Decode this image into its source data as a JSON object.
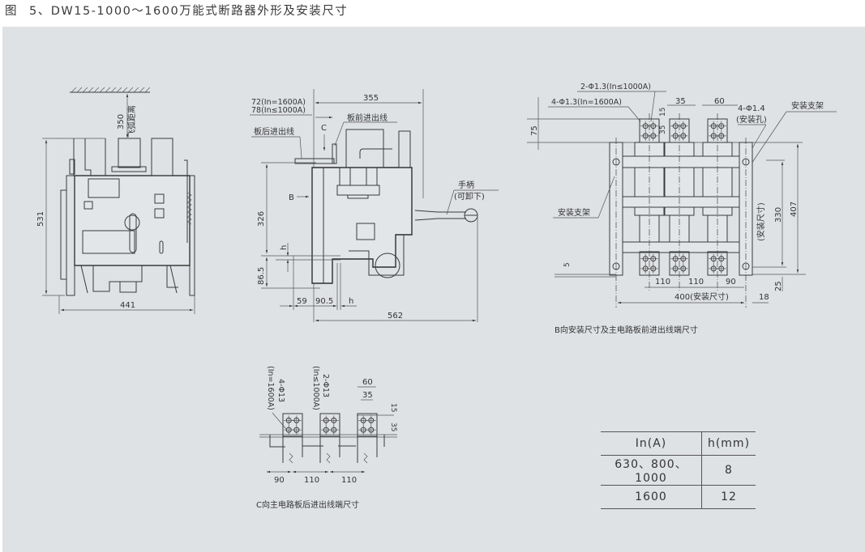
{
  "figure": {
    "number_label": "图",
    "title": "5、DW15-1000～1600万能式断路器外形及安装尺寸"
  },
  "colors": {
    "panel_background": "#dfe2e5",
    "line": "#3a3a3a",
    "text": "#333333"
  },
  "front_view": {
    "arc_distance_value": "350",
    "arc_distance_label": "飞弧距离",
    "height": "531",
    "width": "441"
  },
  "side_view": {
    "dim_72": "72(In=1600A)",
    "dim_78": "78(In≤1000A)",
    "depth_355": "355",
    "label_rear": "板后进出线",
    "label_front": "板前进出线",
    "c_label": "C",
    "b_label": "B",
    "handle_label": "手柄",
    "handle_note": "(可卸下)",
    "dim_326": "326",
    "dim_h_vertical": "h",
    "dim_86_5": "86.5",
    "dim_59": "59",
    "dim_90_5": "90.5",
    "dim_h": "h",
    "dim_562": "562"
  },
  "b_view": {
    "hole_2": "2-Φ1.3(In≤1000A)",
    "hole_4": "4-Φ1.3(In=1600A)",
    "dim_35_top": "35",
    "dim_60_top": "60",
    "mount_hole_count": "4-Φ1.4",
    "mount_hole_note": "(安装孔)",
    "bracket_right": "安装支架",
    "bracket_left": "安装支架",
    "dim_75": "75",
    "dim_15": "15",
    "dim_35_v": "35",
    "dim_5": "5",
    "dim_330": "330",
    "dim_407": "407",
    "install_size_v": "(安装尺寸)",
    "dim_25": "25",
    "dim_110_a": "110",
    "dim_110_b": "110",
    "dim_90": "90",
    "dim_400": "400(安装尺寸)",
    "dim_18": "18",
    "caption": "B向安装尺寸及主电路板前进出线端尺寸"
  },
  "c_view": {
    "hole_4": "4-Φ13",
    "hole_4_note": "(In=1600A)",
    "hole_2": "2-Φ13",
    "hole_2_note": "(In≤1000A)",
    "dim_60": "60",
    "dim_35": "35",
    "dim_15": "15",
    "dim_35_v": "35",
    "dim_90": "90",
    "dim_110_a": "110",
    "dim_110_b": "110",
    "caption": "C向主电路板后进出线端尺寸"
  },
  "spec_table": {
    "headers": [
      "In(A)",
      "h(mm)"
    ],
    "rows": [
      [
        "630、800、1000",
        "8"
      ],
      [
        "1600",
        "12"
      ]
    ]
  }
}
